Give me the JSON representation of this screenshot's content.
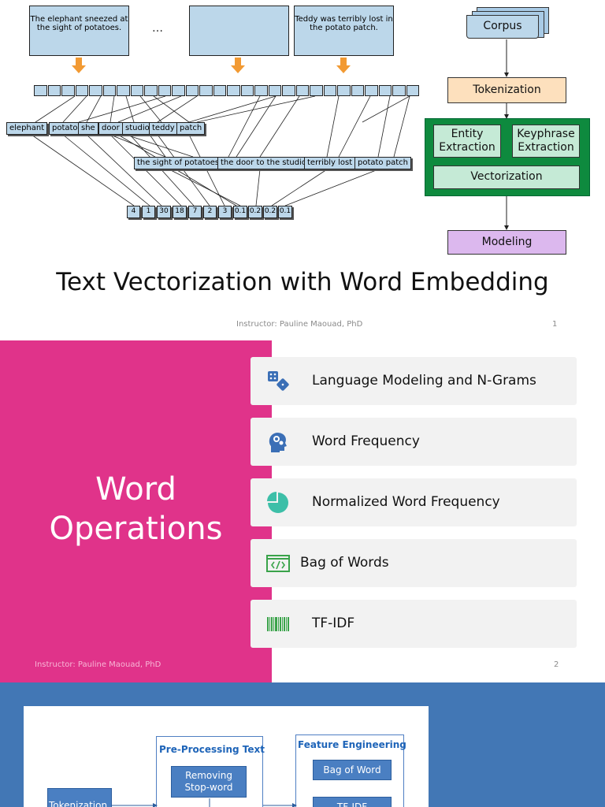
{
  "slide1": {
    "documents": [
      "The elephant sneezed at the sight of potatoes.",
      "",
      "Teddy was terribly lost in the potato patch."
    ],
    "ellipsis": "…",
    "words": [
      "elephant",
      "potato",
      "she",
      "door",
      "studio",
      "teddy",
      "patch"
    ],
    "phrases": [
      "the sight of potatoes",
      "the door to the studio",
      "terribly lost",
      "potato patch"
    ],
    "vector": [
      "4",
      "1",
      "30",
      "18",
      "7",
      "2",
      "3",
      "0.1",
      "0.2",
      "0.2",
      "0.1"
    ],
    "pipeline": {
      "corpus": "Corpus",
      "tokenization": "Tokenization",
      "entity": "Entity Extraction",
      "keyphrase": "Keyphrase Extraction",
      "vectorization": "Vectorization",
      "modeling": "Modeling"
    },
    "title": "Text Vectorization with Word Embedding",
    "instructor": "Instructor: Pauline Maouad, PhD",
    "page_number": "1",
    "colors": {
      "arrow": "#f29a33",
      "cell": "#bcd7ea",
      "green": "#0e8a3e",
      "mint": "#c5ead6",
      "peach": "#fde0bd",
      "lilac": "#dcb8ee"
    }
  },
  "slide2": {
    "title_line1": "Word",
    "title_line2": "Operations",
    "items": [
      {
        "label": "Language Modeling and N-Grams",
        "icon": "dice-icon"
      },
      {
        "label": "Word Frequency",
        "icon": "head-gears-icon"
      },
      {
        "label": "Normalized Word Frequency",
        "icon": "pie-chart-icon"
      },
      {
        "label": "Bag of Words",
        "icon": "code-window-icon"
      },
      {
        "label": "TF-IDF",
        "icon": "barcode-icon"
      }
    ],
    "instructor": "Instructor: Pauline Maouad, PhD",
    "page_number": "2",
    "colors": {
      "accent": "#e0338a",
      "icon": "#3b6fb6",
      "teal": "#3dbfa8",
      "green": "#3aa34a"
    }
  },
  "slide3": {
    "preprocessing_title": "Pre-Processing Text",
    "feature_title": "Feature Engineering",
    "tokenization": "Tokenization",
    "removing": "Removing Stop-word",
    "bag": "Bag of Word",
    "tfidf": "TF-IDF",
    "colors": {
      "background": "#4277b5",
      "box": "#4a7fc2"
    }
  }
}
